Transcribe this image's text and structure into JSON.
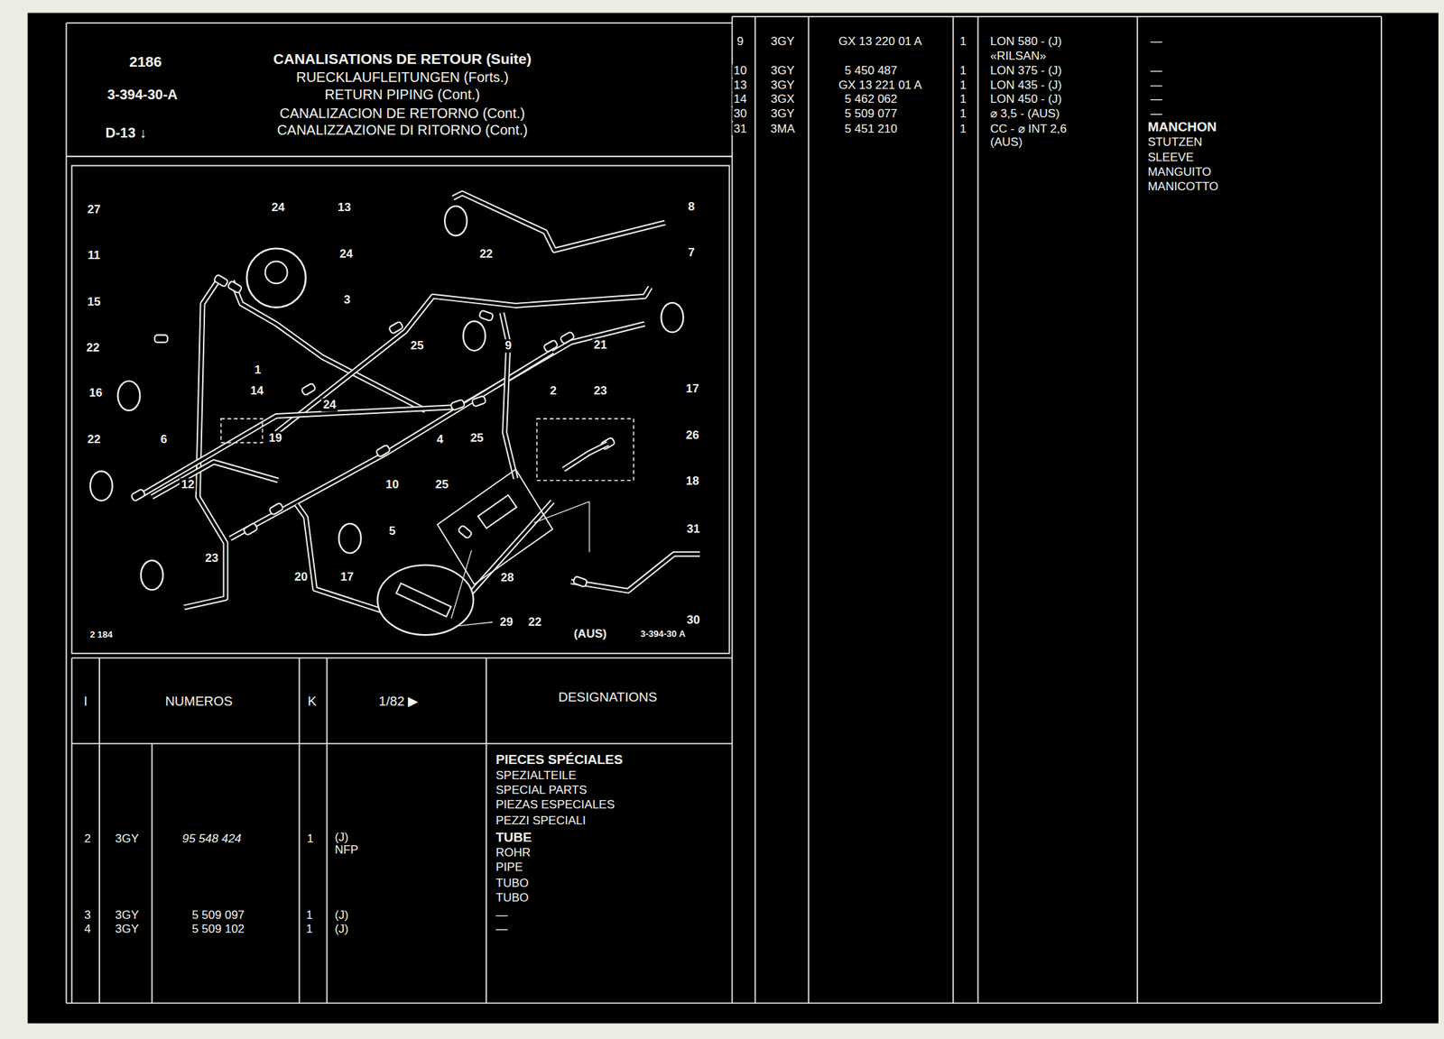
{
  "diagram": {
    "title": "CANALISATIONS DE RETOUR (Suite)",
    "labels": [
      "2186",
      "3-394-30-A",
      "D-13 ↓",
      "RUECKLAUFLEITUNGEN (Forts.)",
      "RETURN PIPING (Cont.)",
      "CANALIZACION DE RETORNO (Cont.)",
      "CANALIZZAZIONE DI RITORNO (Cont.)",
      "27",
      "24",
      "13",
      "8",
      "11",
      "24",
      "22",
      "7",
      "15",
      "3",
      "22",
      "25",
      "9",
      "21",
      "1",
      "14",
      "24",
      "2",
      "23",
      "17",
      "16",
      "6",
      "19",
      "4",
      "25",
      "26",
      "22",
      "12",
      "10",
      "25",
      "18",
      "5",
      "31",
      "23",
      "20",
      "17",
      "28",
      "29",
      "22",
      "(AUS)",
      "30",
      "2 184",
      "3-394-30 A",
      "I",
      "NUMEROS",
      "K",
      "1/82 ▶",
      "DESIGNATIONS",
      "PIECES SPÉCIALES",
      "SPEZIALTEILE",
      "SPECIAL PARTS",
      "PIEZAS ESPECIALES",
      "PEZZI SPECIALI",
      "2",
      "3GY",
      "95 548 424",
      "1",
      "(J)",
      "NFP",
      "TUBE",
      "ROHR",
      "PIPE",
      "TUBO",
      "TUBO",
      "3",
      "3GY",
      "5 509 097",
      "1",
      "(J)",
      "—",
      "4",
      "3GY",
      "5 509 102",
      "1",
      "(J)",
      "—",
      "9",
      "3GY",
      "GX 13 220 01 A",
      "1",
      "LON 580 - (J)",
      "«RILSAN»",
      "—",
      "10",
      "3GY",
      "5 450 487",
      "1",
      "LON 375 - (J)",
      "—",
      "13",
      "3GY",
      "GX 13 221 01 A",
      "1",
      "LON 435 - (J)",
      "—",
      "14",
      "3GX",
      "5 462 062",
      "1",
      "LON 450 - (J)",
      "—",
      "30",
      "3GY",
      "5 509 077",
      "1",
      "⌀ 3,5 - (AUS)",
      "—",
      "31",
      "3MA",
      "5 451 210",
      "1",
      "CC - ⌀ INT 2,6",
      "(AUS)",
      "MANCHON",
      "STUTZEN",
      "SLEEVE",
      "MANGUITO",
      "MANICOTTO"
    ]
  }
}
